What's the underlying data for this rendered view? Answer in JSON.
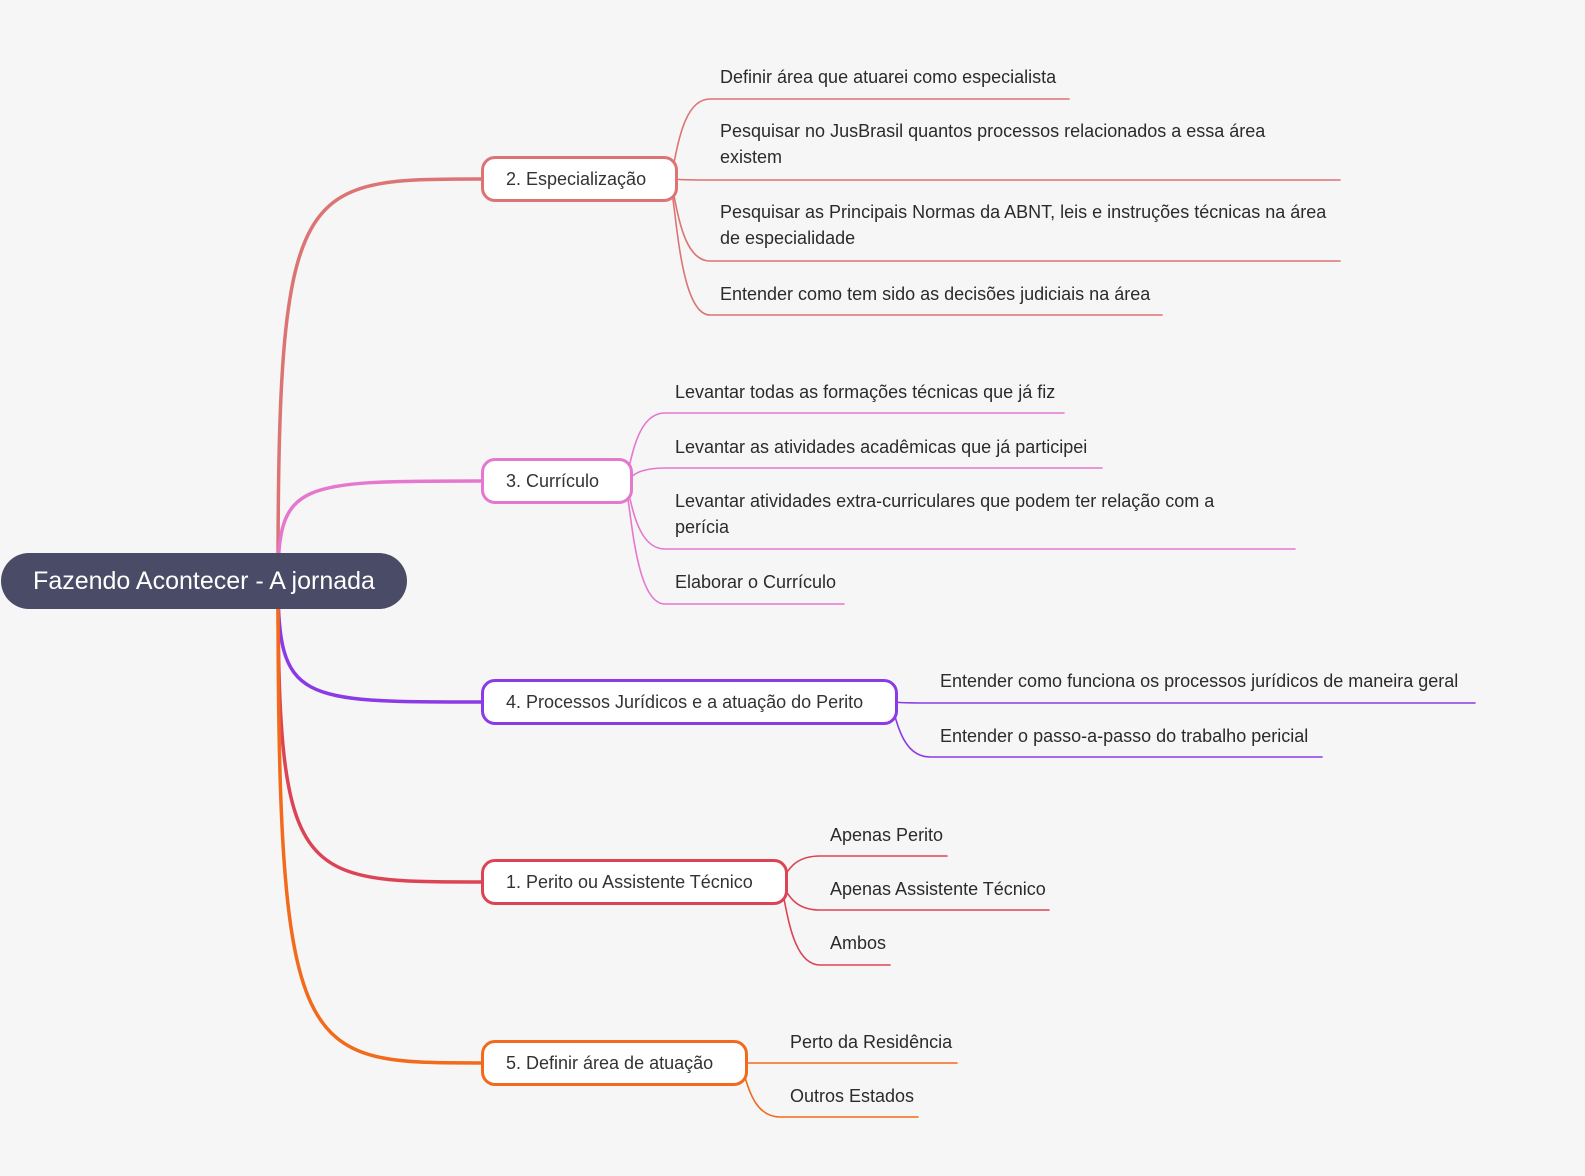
{
  "root": {
    "label": "Fazendo Acontecer - A jornada"
  },
  "branches": [
    {
      "label": "2. Especialização",
      "color": "#dc7474",
      "children": [
        "Definir área que atuarei como especialista",
        "Pesquisar no JusBrasil quantos processos relacionados a essa área existem",
        "Pesquisar as Principais Normas da ABNT, leis e instruções técnicas na área de especialidade",
        "Entender como tem sido as decisões judiciais na área"
      ]
    },
    {
      "label": "3. Currículo",
      "color": "#e677cf",
      "children": [
        "Levantar todas as formações técnicas que já fiz",
        "Levantar as atividades acadêmicas que já participei",
        "Levantar atividades extra-curriculares que podem ter relação com a perícia",
        "Elaborar o Currículo"
      ]
    },
    {
      "label": "4. Processos Jurídicos e a atuação do Perito",
      "color": "#8a3ae6",
      "children": [
        "Entender como funciona os processos jurídicos de maneira geral",
        "Entender o passo-a-passo do trabalho pericial"
      ]
    },
    {
      "label": "1. Perito ou Assistente Técnico",
      "color": "#dc4455",
      "children": [
        "Apenas Perito",
        "Apenas Assistente Técnico",
        "Ambos"
      ]
    },
    {
      "label": "5. Definir área de atuação",
      "color": "#f26a1b",
      "children": [
        "Perto da Residência",
        "Outros Estados"
      ]
    }
  ]
}
